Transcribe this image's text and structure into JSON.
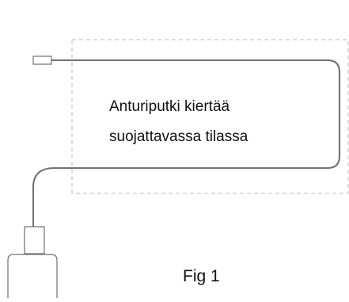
{
  "diagram": {
    "label_line_1": "Anturiputki kiertää",
    "label_line_2": "suojattavassa tilassa",
    "figure_label": "Fig 1",
    "colors": {
      "outline": "#6f6f6f",
      "dashed_border": "#b8b8b8",
      "tube": "#727272",
      "text": "#111111"
    },
    "icons": [
      "sensor-tip-icon",
      "connector-body-icon"
    ]
  }
}
